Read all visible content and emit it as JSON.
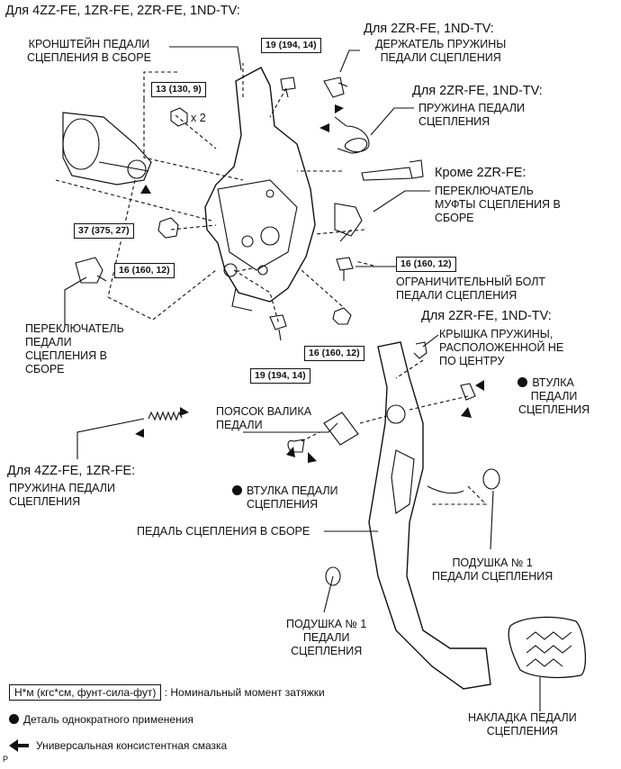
{
  "header": "Для 4ZZ-FE, 1ZR-FE, 2ZR-FE, 1ND-TV:",
  "labels": {
    "bracket": [
      "КРОНШТЕЙН ПЕДАЛИ",
      "СЦЕПЛЕНИЯ В СБОРЕ"
    ],
    "spring_holder_cond": "Для 2ZR-FE, 1ND-TV:",
    "spring_holder": [
      "ДЕРЖАТЕЛЬ ПРУЖИНЫ",
      "ПЕДАЛИ СЦЕПЛЕНИЯ"
    ],
    "spring_cond": "Для 2ZR-FE, 1ND-TV:",
    "spring": [
      "ПРУЖИНА ПЕДАЛИ",
      "СЦЕПЛЕНИЯ"
    ],
    "clutch_switch_cond": "Кроме 2ZR-FE:",
    "clutch_switch": [
      "ПЕРЕКЛЮЧАТЕЛЬ",
      "МУФТЫ СЦЕПЛЕНИЯ В",
      "СБОРЕ"
    ],
    "stopper_bolt": [
      "ОГРАНИЧИТЕЛЬНЫЙ БОЛТ",
      "ПЕДАЛИ СЦЕПЛЕНИЯ"
    ],
    "spring_cover_cond": "Для 2ZR-FE, 1ND-TV:",
    "spring_cover": [
      "КРЫШКА ПРУЖИНЫ,",
      "РАСПОЛОЖЕННОЙ НЕ",
      "ПО ЦЕНТРУ"
    ],
    "bushing_right": [
      "ВТУЛКА",
      "ПЕДАЛИ",
      "СЦЕПЛЕНИЯ"
    ],
    "pedal_switch": [
      "ПЕРЕКЛЮЧАТЕЛЬ",
      "ПЕДАЛИ",
      "СЦЕПЛЕНИЯ В",
      "СБОРЕ"
    ],
    "shaft_collar": [
      "ПОЯСОК ВАЛИКА",
      "ПЕДАЛИ"
    ],
    "spring2_cond": "Для 4ZZ-FE, 1ZR-FE:",
    "spring2": [
      "ПРУЖИНА ПЕДАЛИ",
      "СЦЕПЛЕНИЯ"
    ],
    "bushing_mid": [
      "ВТУЛКА ПЕДАЛИ",
      "СЦЕПЛЕНИЯ"
    ],
    "pedal_assy": "ПЕДАЛЬ СЦЕПЛЕНИЯ В СБОРЕ",
    "cushion_right": [
      "ПОДУШКА № 1",
      "ПЕДАЛИ СЦЕПЛЕНИЯ"
    ],
    "cushion_left": [
      "ПОДУШКА № 1",
      "ПЕДАЛИ",
      "СЦЕПЛЕНИЯ"
    ],
    "pad": [
      "НАКЛАДКА ПЕДАЛИ",
      "СЦЕПЛЕНИЯ"
    ],
    "x2": "x 2"
  },
  "torques": {
    "t1": "19 (194, 14)",
    "t2": "13 (130, 9)",
    "t3": "37 (375, 27)",
    "t4": "16 (160, 12)",
    "t5": "16 (160, 12)",
    "t6": "16 (160, 12)",
    "t7": "19 (194, 14)"
  },
  "legend": {
    "torque_box": "Н*м (кгс*см, фунт-сила-фут)",
    "torque_text": ": Номинальный момент затяжки",
    "single_use": "Деталь однократного применения",
    "grease": "Универсальная консистентная смазка"
  },
  "footer_code": "P"
}
